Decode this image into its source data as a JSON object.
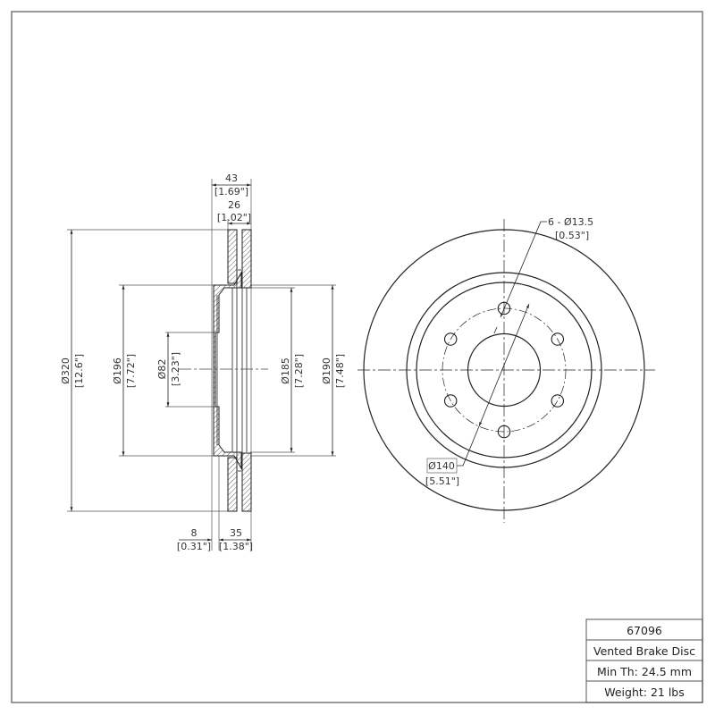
{
  "drawing": {
    "title_block": {
      "part_number": "67096",
      "description": "Vented Brake Disc",
      "min_thickness": "Min Th: 24.5 mm",
      "weight": "Weight: 21 lbs"
    },
    "side_view_dimensions": {
      "overall_height_mm": "43",
      "overall_height_in": "[1.69\"]",
      "disc_thickness_mm": "26",
      "disc_thickness_in": "[1.02\"]",
      "outer_diameter_mm": "Ø320",
      "outer_diameter_in": "[12.6\"]",
      "hat_diameter_mm": "Ø196",
      "hat_diameter_in": "[7.72\"]",
      "center_bore_mm": "Ø82",
      "center_bore_in": "[3.23\"]",
      "inner_diameter_1_mm": "Ø185",
      "inner_diameter_1_in": "[7.28\"]",
      "inner_diameter_2_mm": "Ø190",
      "inner_diameter_2_in": "[7.48\"]",
      "hat_thickness_mm": "8",
      "hat_thickness_in": "[0.31\"]",
      "offset_mm": "35",
      "offset_in": "[1.38\"]"
    },
    "front_view_dimensions": {
      "bolt_holes_mm": "6 - Ø13.5",
      "bolt_holes_in": "[0.53\"]",
      "bolt_circle_mm": "Ø140",
      "bolt_circle_in": "[5.51\"]"
    },
    "colors": {
      "line": "#222222",
      "frame": "#777777",
      "hatch": "#333333"
    }
  }
}
